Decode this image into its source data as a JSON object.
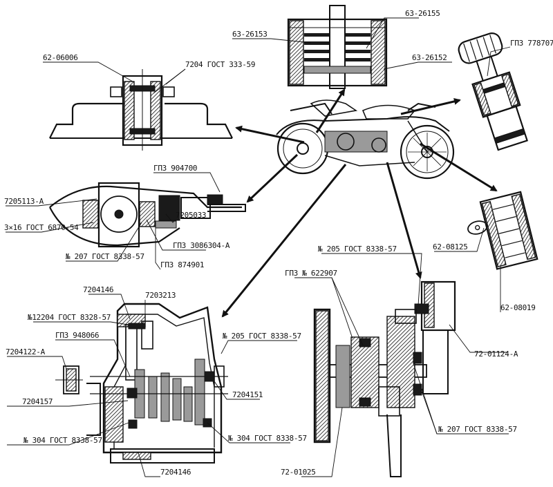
{
  "colors": {
    "ink": "#111111",
    "paper": "#ffffff",
    "shade": "#9a9a9a"
  },
  "labels": {
    "l01": "63-26153",
    "l02": "63-26155",
    "l03": "63-26152",
    "l04": "62-06006",
    "l05": "7204 ГОСТ 333-59",
    "l06": "ГПЗ 778707",
    "l07": "ГПЗ 904700",
    "l08": "7205113-А",
    "l09": "3×16 ГОСТ 6870-54",
    "l10": "7205033",
    "l11": "ГПЗ 3086304-А",
    "l12": "№ 207 ГОСТ 8338-57",
    "l13": "ГПЗ 874901",
    "l14": "62-08125",
    "l15": "62-08019",
    "l16": "№ 205 ГОСТ 8338-57",
    "l17": "ГПЗ № 622907",
    "l18": "7204146",
    "l19": "7203213",
    "l20": "№12204 ГОСТ 8328-57",
    "l21": "ГПЗ 948066",
    "l22": "№ 205 ГОСТ 8338-57",
    "l23": "7204122-А",
    "l24": "72-01124-А",
    "l25": "7204157",
    "l26": "7204151",
    "l27": "№ 304 ГОСТ 8338-57",
    "l28": "№ 304 ГОСТ 8338-57",
    "l29": "№ 207 ГОСТ 8338-57",
    "l30": "7204146",
    "l31": "72-01025"
  }
}
